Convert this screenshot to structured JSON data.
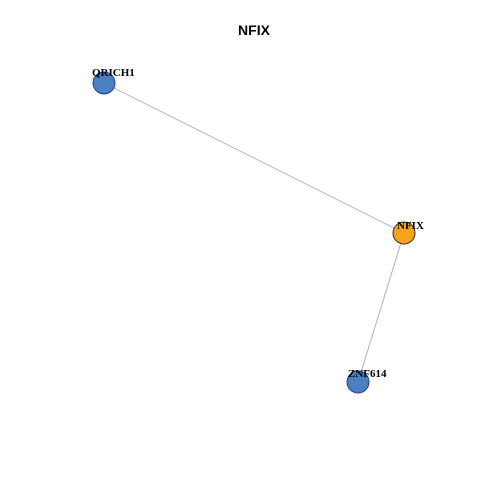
{
  "title": "NFIX",
  "colors": {
    "background": "#ffffff",
    "edge": "#b3b3b3",
    "hub_fill": "#f5a31a",
    "hub_stroke": "#333333",
    "neighbor_fill": "#4a80bd",
    "neighbor_stroke": "#1e3fa8"
  },
  "nodes": [
    {
      "id": "NFIX",
      "label": "NFIX",
      "role": "hub"
    },
    {
      "id": "QRICH1",
      "label": "QRICH1",
      "role": "neighbor"
    },
    {
      "id": "ZNF614",
      "label": "ZNF614",
      "role": "neighbor"
    }
  ],
  "edges": [
    {
      "source": "QRICH1",
      "target": "NFIX"
    },
    {
      "source": "NFIX",
      "target": "ZNF614"
    }
  ]
}
